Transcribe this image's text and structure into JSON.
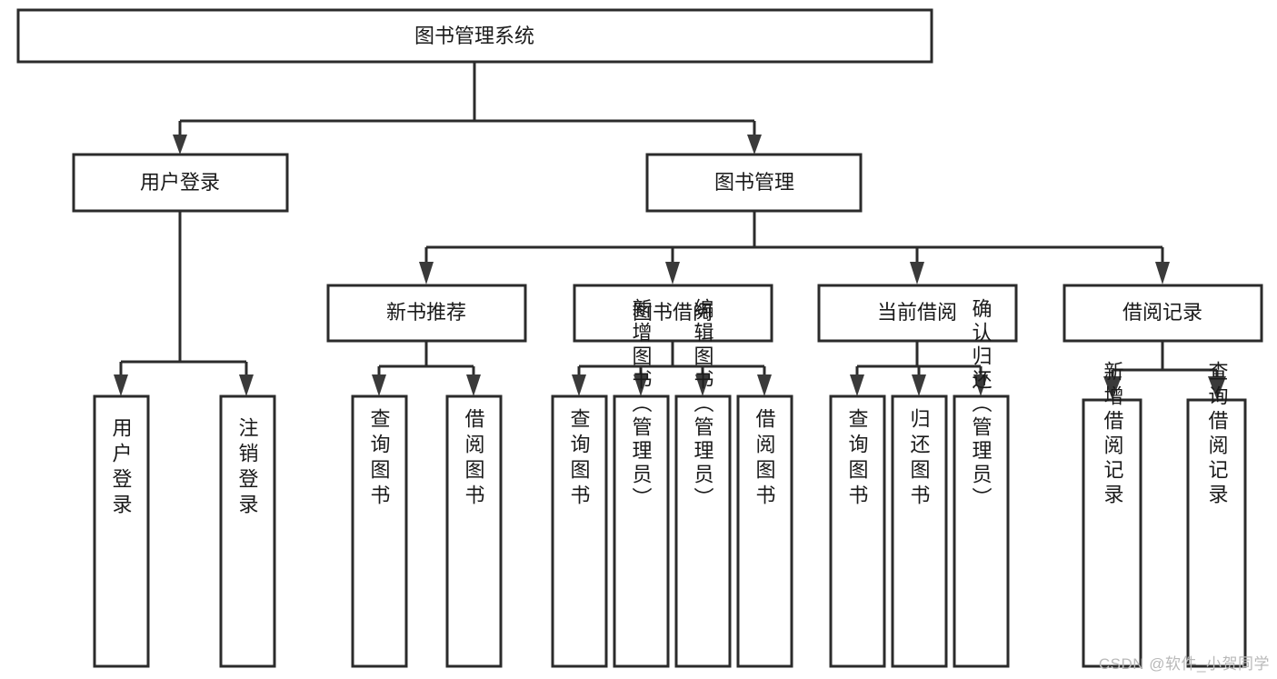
{
  "diagram": {
    "type": "tree-hierarchy",
    "title": "图书管理系统",
    "orientation": "top-down",
    "levels": 4,
    "nodes": {
      "root": {
        "label": "图书管理系统",
        "level": 1
      },
      "level2": [
        {
          "id": "user-login",
          "label": "用户登录"
        },
        {
          "id": "book-management",
          "label": "图书管理"
        }
      ],
      "level3": [
        {
          "id": "new-book-recommend",
          "label": "新书推荐",
          "parent": "book-management"
        },
        {
          "id": "book-borrow",
          "label": "图书借阅",
          "parent": "book-management"
        },
        {
          "id": "current-borrow",
          "label": "当前借阅",
          "parent": "book-management"
        },
        {
          "id": "borrow-record",
          "label": "借阅记录",
          "parent": "book-management"
        }
      ],
      "leaves": {
        "user-login": [
          {
            "id": "leaf-user-login",
            "label": "用户登录"
          },
          {
            "id": "leaf-user-logout",
            "label": "注销登录"
          }
        ],
        "new-book-recommend": [
          {
            "id": "leaf-query-book-1",
            "label": "查询图书"
          },
          {
            "id": "leaf-borrow-book-1",
            "label": "借阅图书"
          }
        ],
        "book-borrow": [
          {
            "id": "leaf-query-book-2",
            "label": "查询图书"
          },
          {
            "id": "leaf-add-book",
            "label": "新增图书（管理员）"
          },
          {
            "id": "leaf-edit-book",
            "label": "编辑图书（管理员）"
          },
          {
            "id": "leaf-borrow-book-2",
            "label": "借阅图书"
          }
        ],
        "current-borrow": [
          {
            "id": "leaf-query-book-3",
            "label": "查询图书"
          },
          {
            "id": "leaf-return-book",
            "label": "归还图书"
          },
          {
            "id": "leaf-confirm-return",
            "label": "确认归还（管理员）"
          }
        ],
        "borrow-record": [
          {
            "id": "leaf-add-record",
            "label": "新增借阅记录"
          },
          {
            "id": "leaf-query-record",
            "label": "查询借阅记录"
          }
        ]
      }
    },
    "colors": {
      "background": "#ffffff",
      "node_fill": "#ffffff",
      "node_stroke": "#2b2b2b",
      "edge_stroke": "#2b2b2b",
      "arrow_fill": "#3a3a3a",
      "text": "#1a1a1a",
      "watermark": "#b9b9b9"
    }
  },
  "watermark": {
    "text": "CSDN @软件_小贺同学"
  }
}
